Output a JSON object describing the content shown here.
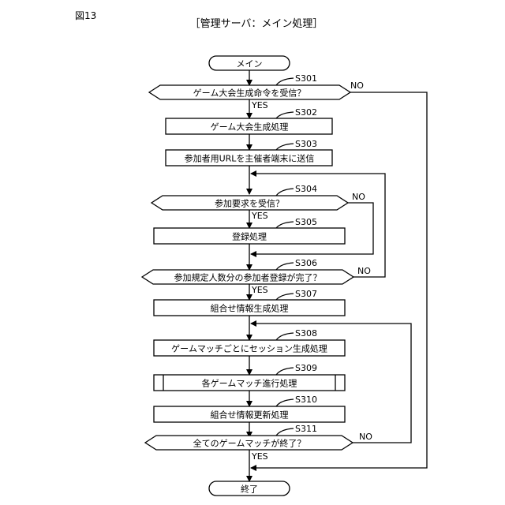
{
  "figure_label": "図13",
  "title": "［管理サーバ：メイン処理］",
  "nodes": {
    "start": {
      "text": "メイン"
    },
    "s301": {
      "step": "S301",
      "text": "ゲーム大会生成命令を受信？"
    },
    "s302": {
      "step": "S302",
      "text": "ゲーム大会生成処理"
    },
    "s303": {
      "step": "S303",
      "text": "参加者用URLを主催者端末に送信"
    },
    "s304": {
      "step": "S304",
      "text": "参加要求を受信？"
    },
    "s305": {
      "step": "S305",
      "text": "登録処理"
    },
    "s306": {
      "step": "S306",
      "text": "参加規定人数分の参加者登録が完了？"
    },
    "s307": {
      "step": "S307",
      "text": "組合せ情報生成処理"
    },
    "s308": {
      "step": "S308",
      "text": "ゲームマッチごとにセッション生成処理"
    },
    "s309": {
      "step": "S309",
      "text": "各ゲームマッチ進行処理"
    },
    "s310": {
      "step": "S310",
      "text": "組合せ情報更新処理"
    },
    "s311": {
      "step": "S311",
      "text": "全てのゲームマッチが終了？"
    },
    "end": {
      "text": "終了"
    }
  },
  "branches": {
    "s301_yes": "YES",
    "s301_no": "NO",
    "s304_yes": "YES",
    "s304_no": "NO",
    "s306_yes": "YES",
    "s306_no": "NO",
    "s311_yes": "YES",
    "s311_no": "NO"
  }
}
